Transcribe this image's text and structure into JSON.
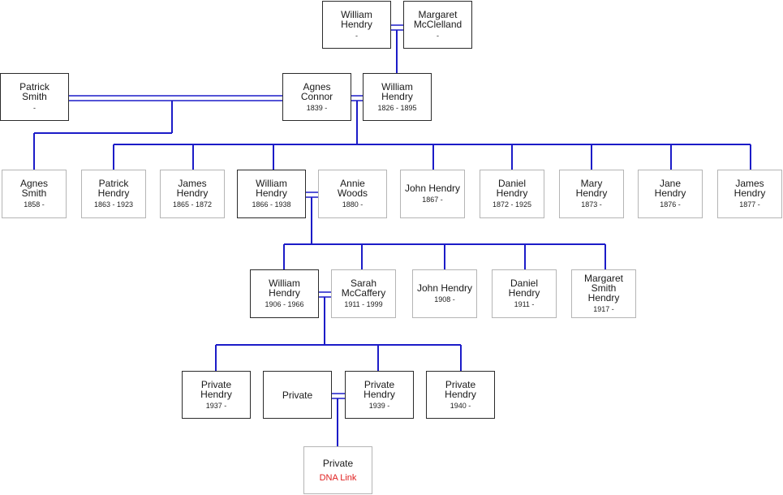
{
  "people": [
    {
      "id": "wh1",
      "name": "William\nHendry",
      "dates": "-"
    },
    {
      "id": "mm",
      "name": "Margaret\nMcClelland",
      "dates": "-"
    },
    {
      "id": "ps",
      "name": "Patrick\nSmith",
      "dates": "-"
    },
    {
      "id": "ac",
      "name": "Agnes\nConnor",
      "dates": "1839 -"
    },
    {
      "id": "wh2",
      "name": "William\nHendry",
      "dates": "1826 - 1895"
    },
    {
      "id": "as",
      "name": "Agnes\nSmith",
      "dates": "1858 -"
    },
    {
      "id": "ph",
      "name": "Patrick\nHendry",
      "dates": "1863 - 1923"
    },
    {
      "id": "jh1",
      "name": "James\nHendry",
      "dates": "1865 - 1872"
    },
    {
      "id": "wh3",
      "name": "William\nHendry",
      "dates": "1866 - 1938"
    },
    {
      "id": "aw",
      "name": "Annie\nWoods",
      "dates": "1880 -"
    },
    {
      "id": "joh1",
      "name": "John Hendry",
      "dates": "1867 -"
    },
    {
      "id": "dh1",
      "name": "Daniel\nHendry",
      "dates": "1872 - 1925"
    },
    {
      "id": "mh",
      "name": "Mary\nHendry",
      "dates": "1873 -"
    },
    {
      "id": "jah",
      "name": "Jane\nHendry",
      "dates": "1876 -"
    },
    {
      "id": "jh2",
      "name": "James\nHendry",
      "dates": "1877 -"
    },
    {
      "id": "wh4",
      "name": "William\nHendry",
      "dates": "1906 - 1966"
    },
    {
      "id": "sm",
      "name": "Sarah\nMcCaffery",
      "dates": "1911 - 1999"
    },
    {
      "id": "joh2",
      "name": "John Hendry",
      "dates": "1908 -"
    },
    {
      "id": "dh2",
      "name": "Daniel\nHendry",
      "dates": "1911 -"
    },
    {
      "id": "msh",
      "name": "Margaret Smith\nHendry",
      "dates": "1917 -"
    },
    {
      "id": "p1",
      "name": "Private\nHendry",
      "dates": "1937 -"
    },
    {
      "id": "p2",
      "name": "Private",
      "dates": ""
    },
    {
      "id": "p3",
      "name": "Private\nHendry",
      "dates": "1939 -"
    },
    {
      "id": "p4",
      "name": "Private\nHendry",
      "dates": "1940 -"
    },
    {
      "id": "p5",
      "name": "Private",
      "dates": "",
      "link": "DNA Link"
    }
  ],
  "colors": {
    "connector": "#1c1cc8",
    "dna_link": "#e02020"
  }
}
